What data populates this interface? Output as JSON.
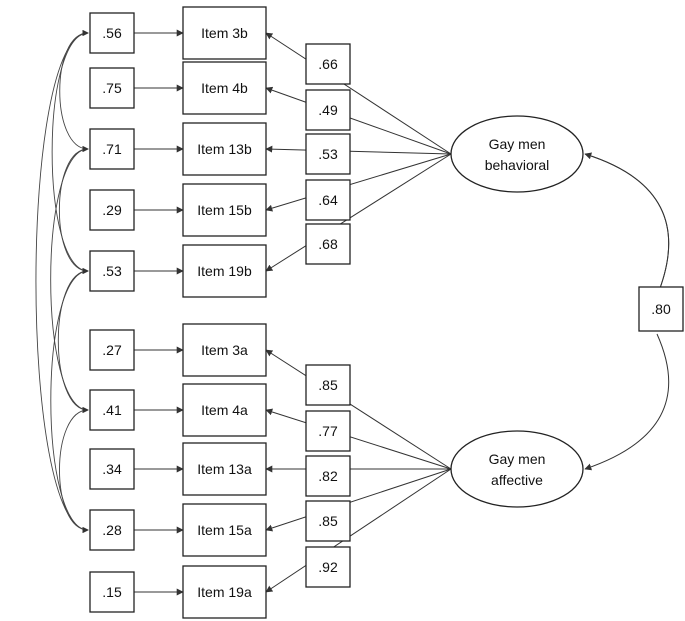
{
  "factors": {
    "behavioral": {
      "line1": "Gay men",
      "line2": "behavioral"
    },
    "affective": {
      "line1": "Gay men",
      "line2": "affective"
    }
  },
  "factor_correlation": ".80",
  "behavioral_items": [
    {
      "item": "Item 3b",
      "error": ".56",
      "loading": ".66"
    },
    {
      "item": "Item 4b",
      "error": ".75",
      "loading": ".49"
    },
    {
      "item": "Item 13b",
      "error": ".71",
      "loading": ".53"
    },
    {
      "item": "Item 15b",
      "error": ".29",
      "loading": ".64"
    },
    {
      "item": "Item 19b",
      "error": ".53",
      "loading": ".68"
    }
  ],
  "affective_items": [
    {
      "item": "Item 3a",
      "error": ".27",
      "loading": ".85"
    },
    {
      "item": "Item 4a",
      "error": ".41",
      "loading": ".77"
    },
    {
      "item": "Item 13a",
      "error": ".34",
      "loading": ".82"
    },
    {
      "item": "Item 15a",
      "error": ".28",
      "loading": ".85"
    },
    {
      "item": "Item 19a",
      "error": ".15",
      "loading": ".92"
    }
  ]
}
